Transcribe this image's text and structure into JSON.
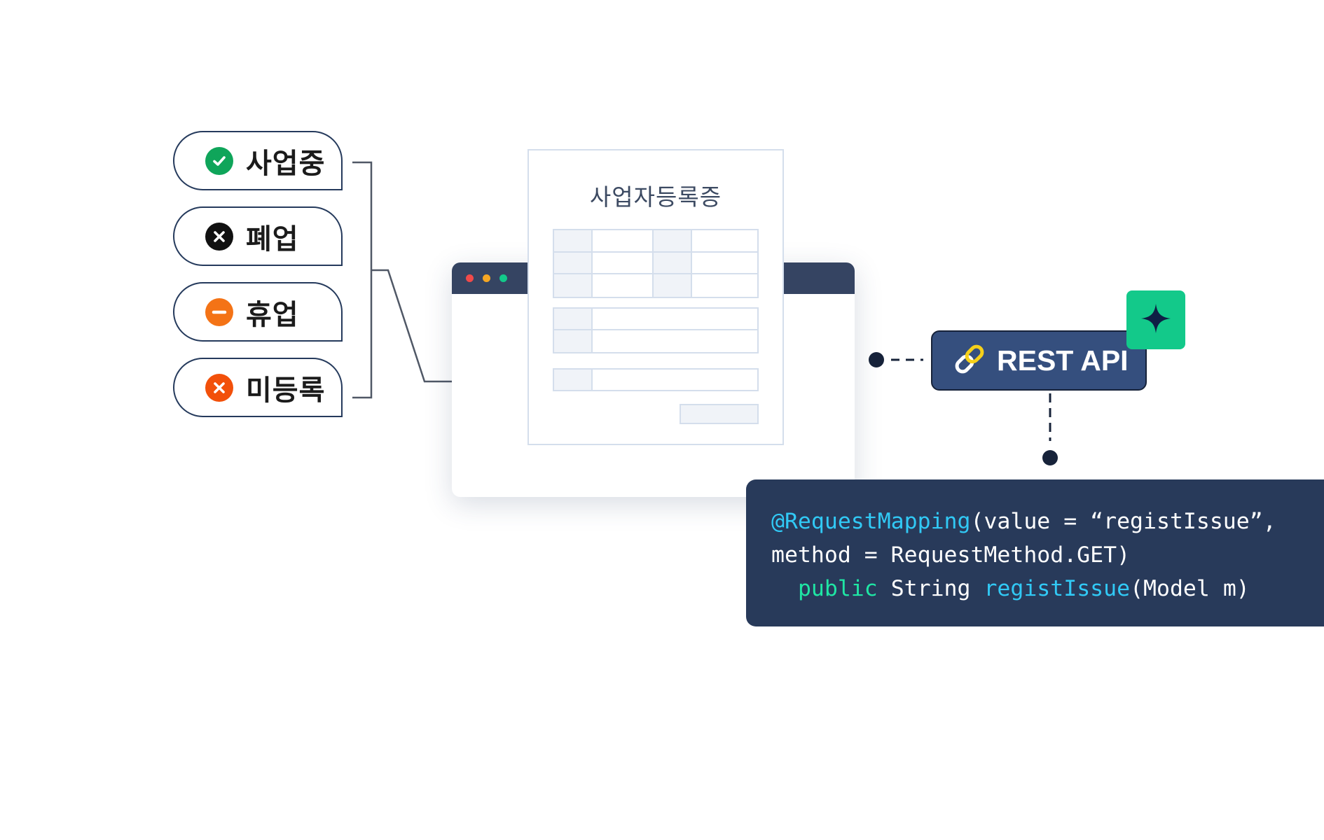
{
  "statuses": [
    {
      "label": "사업중",
      "icon": "check-icon",
      "color": "#0fa55a"
    },
    {
      "label": "폐업",
      "icon": "close-icon",
      "color": "#111111"
    },
    {
      "label": "휴업",
      "icon": "minus-icon",
      "color": "#f47316"
    },
    {
      "label": "미등록",
      "icon": "close-icon",
      "color": "#f2500a"
    }
  ],
  "document": {
    "title": "사업자등록증"
  },
  "browser": {
    "dot_colors": [
      "#f04a4a",
      "#f5a623",
      "#13c98a"
    ]
  },
  "api": {
    "label": "REST API",
    "icon": "link-icon",
    "accent_icon": "sparkle-icon",
    "accent_color": "#13c98a"
  },
  "code": {
    "line1": {
      "annotation": "@RequestMapping",
      "rest": "(value = “registIssue”,"
    },
    "line2": {
      "text": "method = RequestMethod.GET)"
    },
    "line3": {
      "indent": "  ",
      "keyword": "public",
      "type": " String ",
      "method": "registIssue",
      "rest": "(Model m)"
    }
  }
}
